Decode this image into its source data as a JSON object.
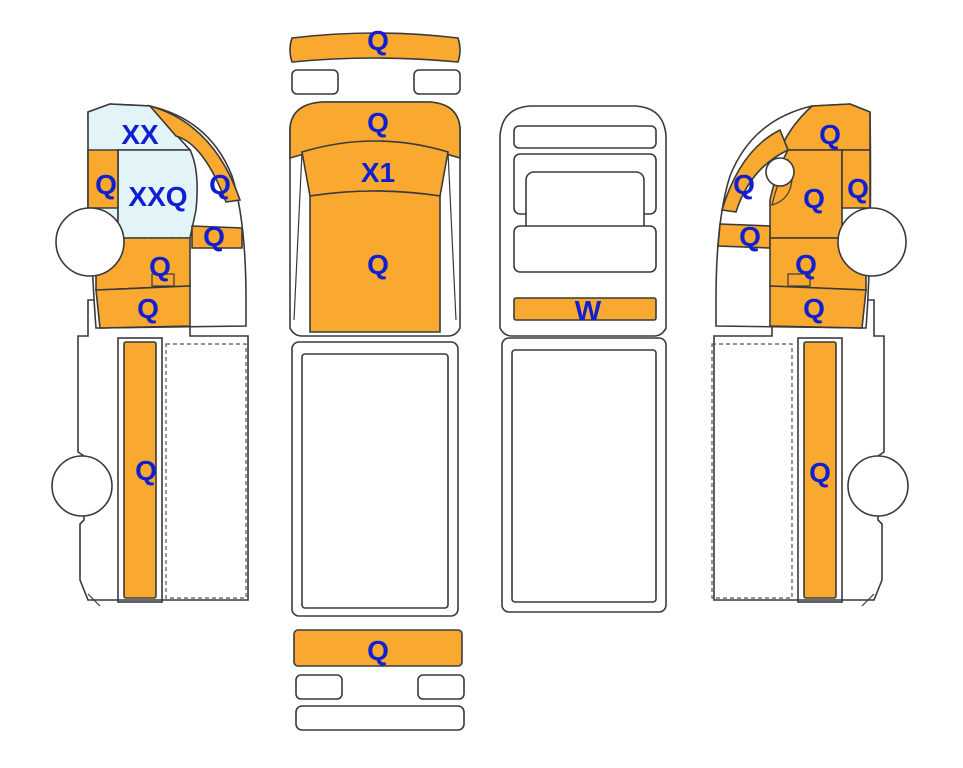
{
  "colors": {
    "damage": "#f9a930",
    "glass": "#e3f4f9",
    "label": "#1020d0",
    "outline": "#3a3a3a"
  },
  "labels": {
    "front_bumper": "Q",
    "front_hood": "Q",
    "windshield": "X1",
    "roof": "Q",
    "rear_top_panel": "W",
    "rear_bumper": "Q",
    "left_window_upper": "XX",
    "left_window_lower": "XXQ",
    "left_pillar": "Q",
    "left_roof_edge": "Q",
    "left_mirror": "Q",
    "left_door_upper": "Q",
    "left_door_lower": "Q",
    "left_bed_side": "Q",
    "right_roof_edge": "Q",
    "right_mirror": "Q",
    "right_cab_panel": "Q",
    "right_pillar": "Q",
    "right_window_edge": "Q",
    "right_door_upper": "Q",
    "right_door_lower": "Q",
    "right_bed_side": "Q"
  }
}
